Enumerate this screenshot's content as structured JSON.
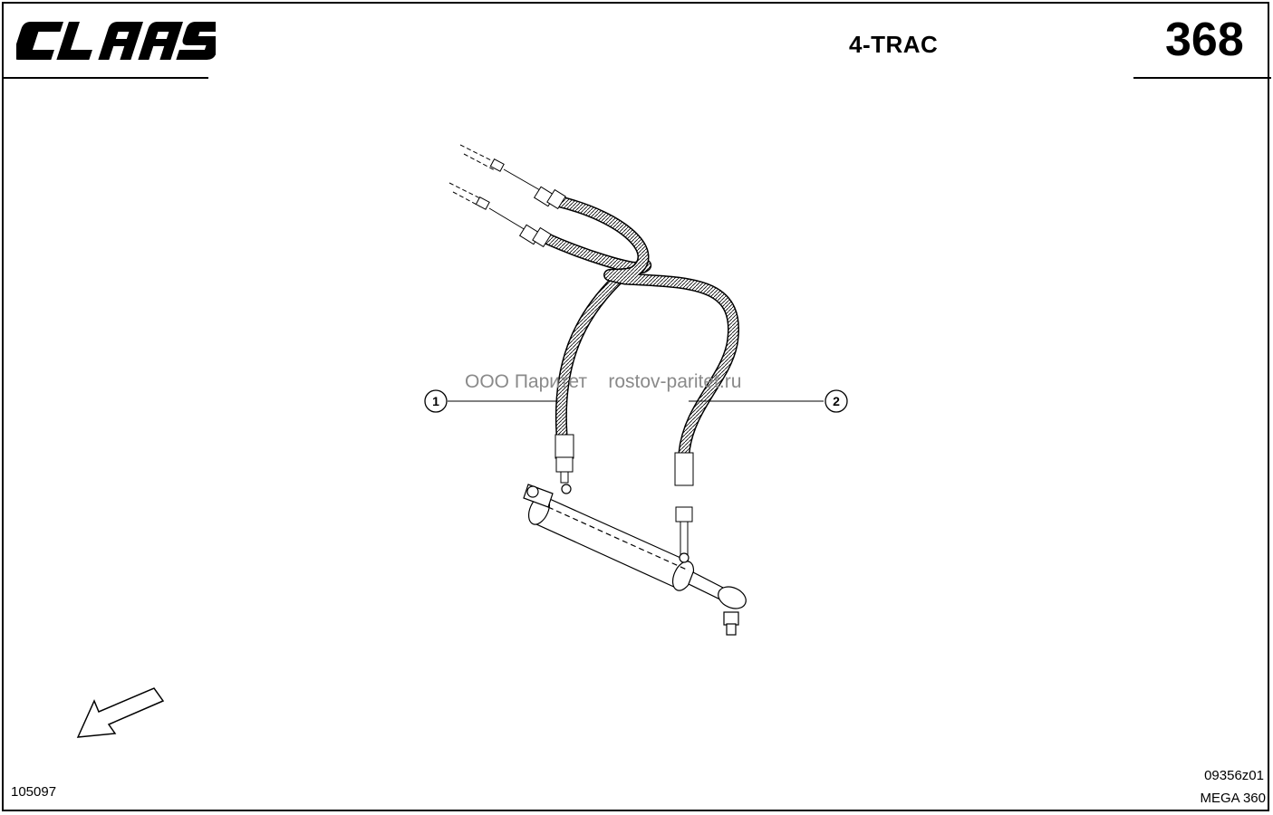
{
  "header": {
    "brand": "CLAAS",
    "title": "4-TRAC",
    "page_number": "368"
  },
  "callouts": [
    {
      "number": "1",
      "part": "hydraulic-hose-1"
    },
    {
      "number": "2",
      "part": "hydraulic-hose-2"
    }
  ],
  "watermark": "ООО Паритет    rostov-paritet.ru",
  "footer": {
    "left_code": "105097",
    "drawing_code": "09356z01",
    "model": "MEGA 360"
  },
  "icons": [
    "direction-arrow-icon",
    "claas-logo"
  ],
  "colors": {
    "ink": "#000000",
    "paper": "#ffffff",
    "watermark": "#8a8a8a"
  }
}
